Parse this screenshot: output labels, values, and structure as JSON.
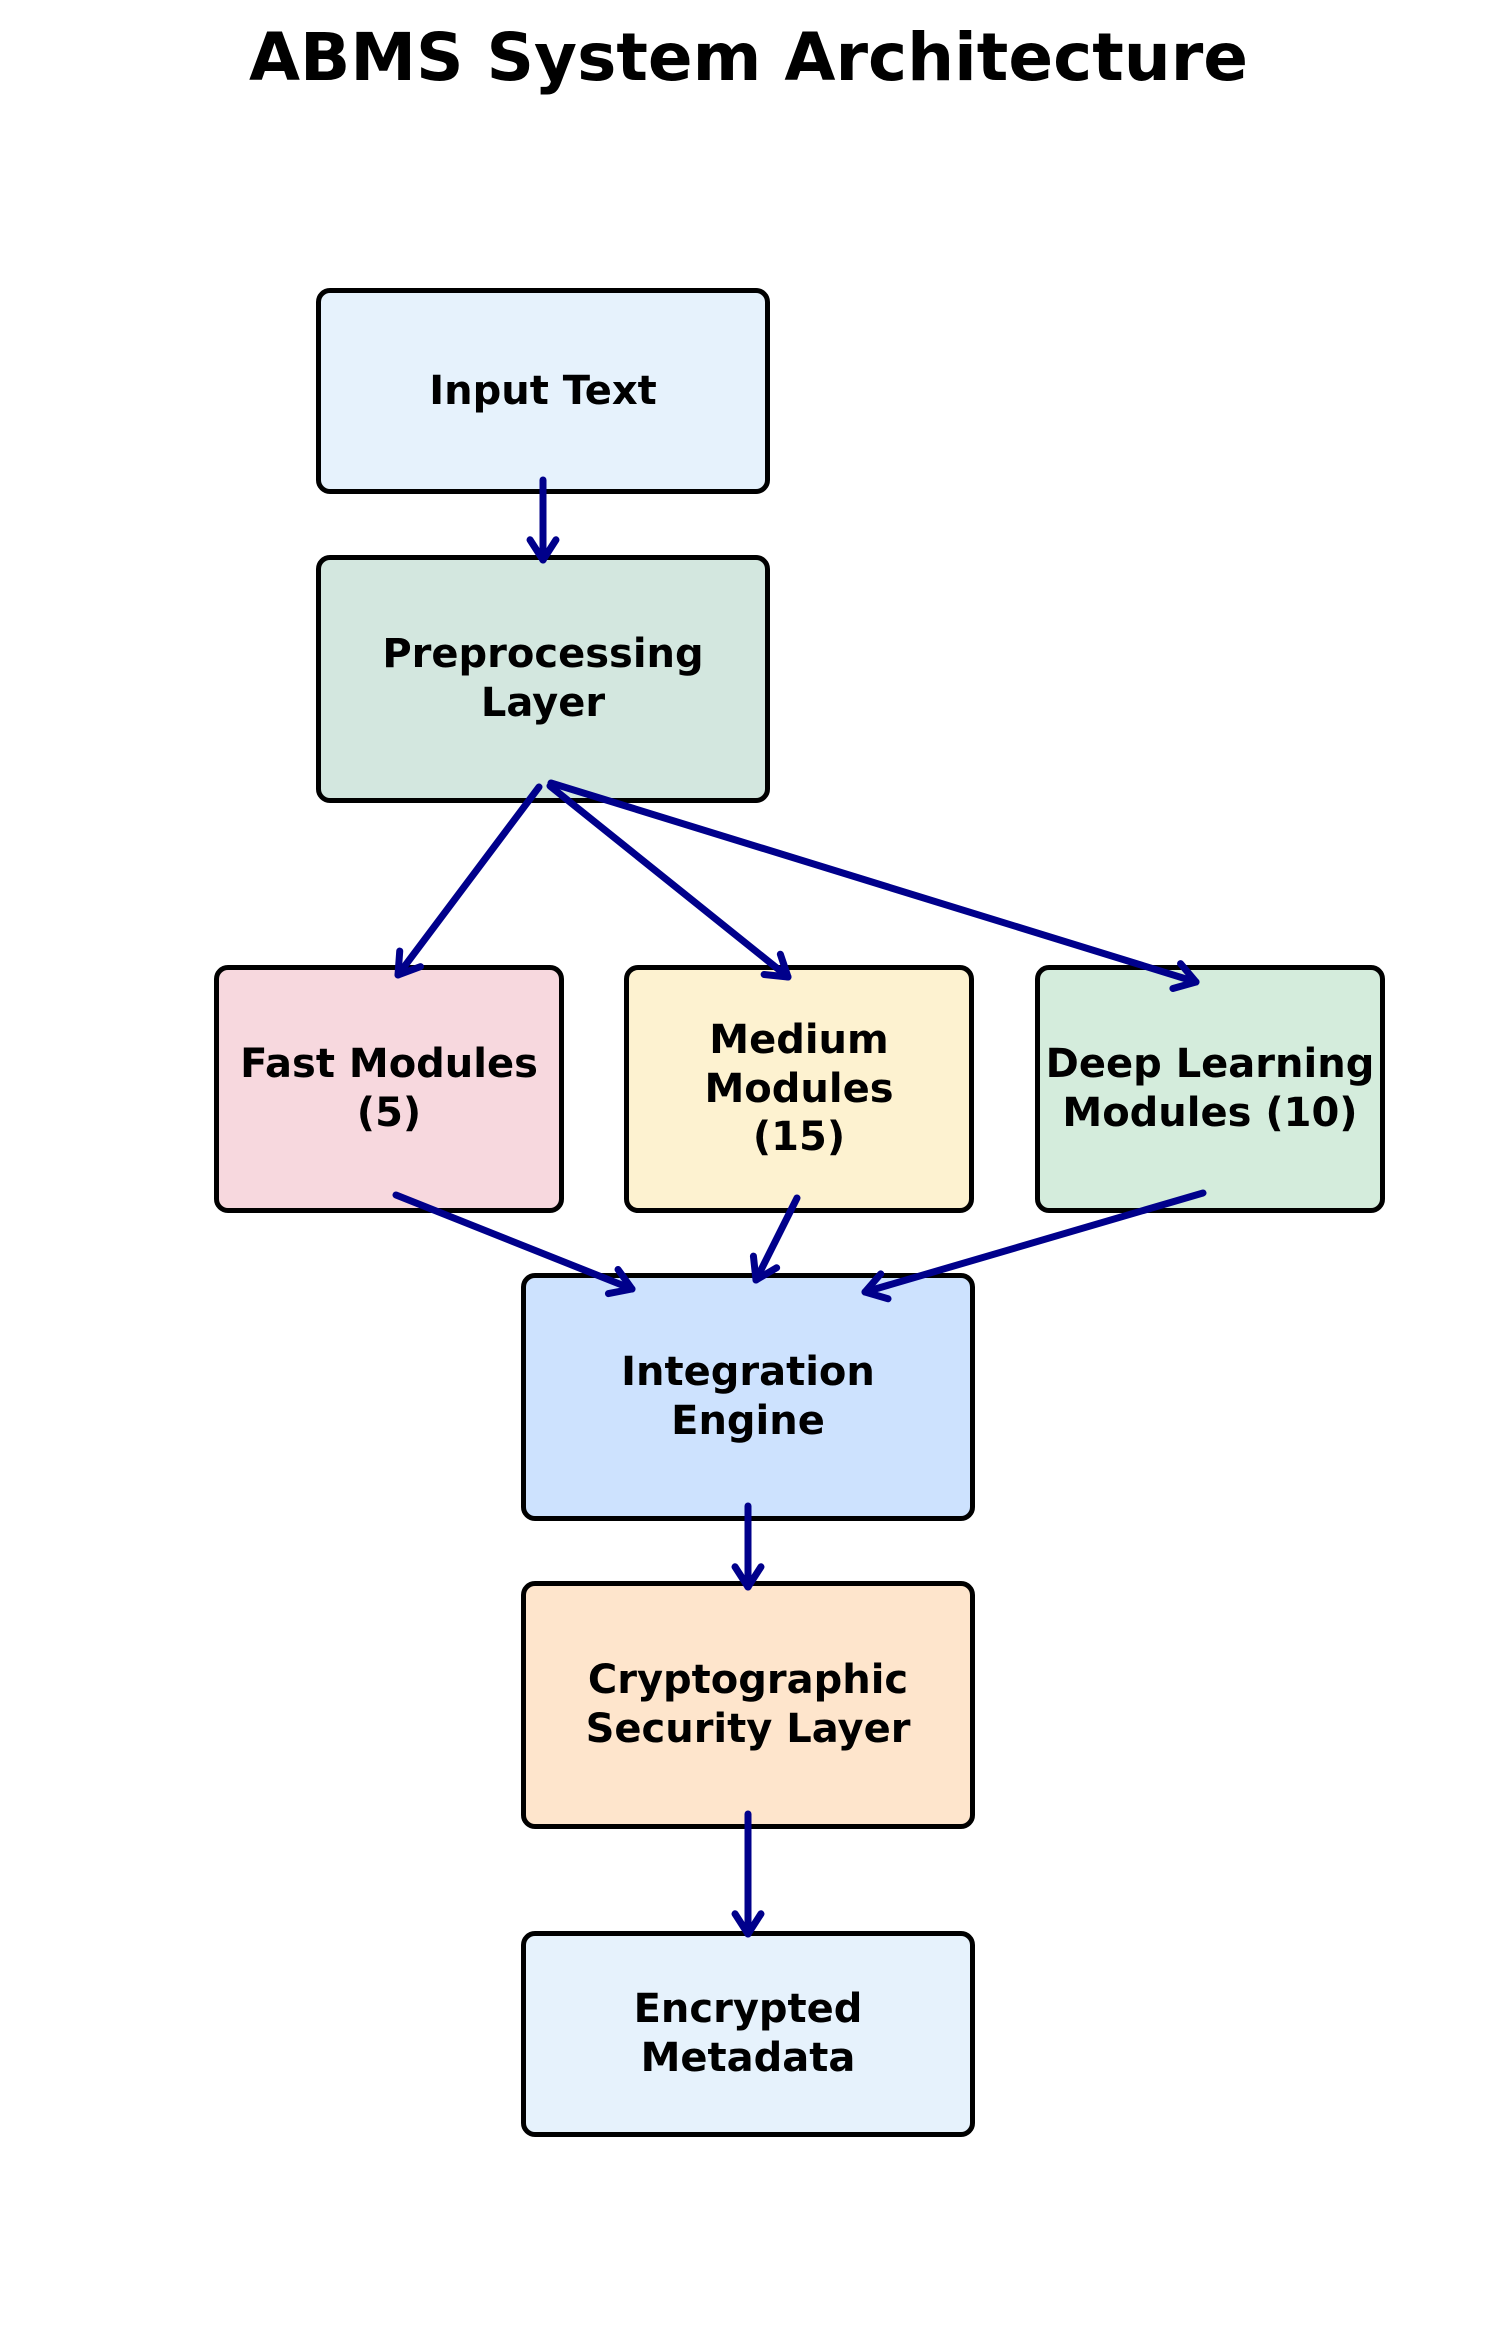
{
  "title": "ABMS System Architecture",
  "nodes": {
    "input": {
      "label": "Input Text",
      "color": "#e6f2fc"
    },
    "preprocessing": {
      "label": "Preprocessing\nLayer",
      "color": "#d3e7df"
    },
    "fast": {
      "label": "Fast Modules\n(5)",
      "color": "#f7d8de"
    },
    "medium": {
      "label": "Medium Modules\n(15)",
      "color": "#fdf2d0"
    },
    "deep": {
      "label": "Deep Learning\nModules (10)",
      "color": "#d4ecdc"
    },
    "integration": {
      "label": "Integration\nEngine",
      "color": "#cde2fe"
    },
    "crypto": {
      "label": "Cryptographic\nSecurity Layer",
      "color": "#fee5cc"
    },
    "encrypted": {
      "label": "Encrypted\nMetadata",
      "color": "#e6f2fc"
    }
  },
  "edges": [
    {
      "from": "input",
      "to": "preprocessing"
    },
    {
      "from": "preprocessing",
      "to": "fast"
    },
    {
      "from": "preprocessing",
      "to": "medium"
    },
    {
      "from": "preprocessing",
      "to": "deep"
    },
    {
      "from": "fast",
      "to": "integration"
    },
    {
      "from": "medium",
      "to": "integration"
    },
    {
      "from": "deep",
      "to": "integration"
    },
    {
      "from": "integration",
      "to": "crypto"
    },
    {
      "from": "crypto",
      "to": "encrypted"
    }
  ],
  "arrow_color": "#00008b"
}
